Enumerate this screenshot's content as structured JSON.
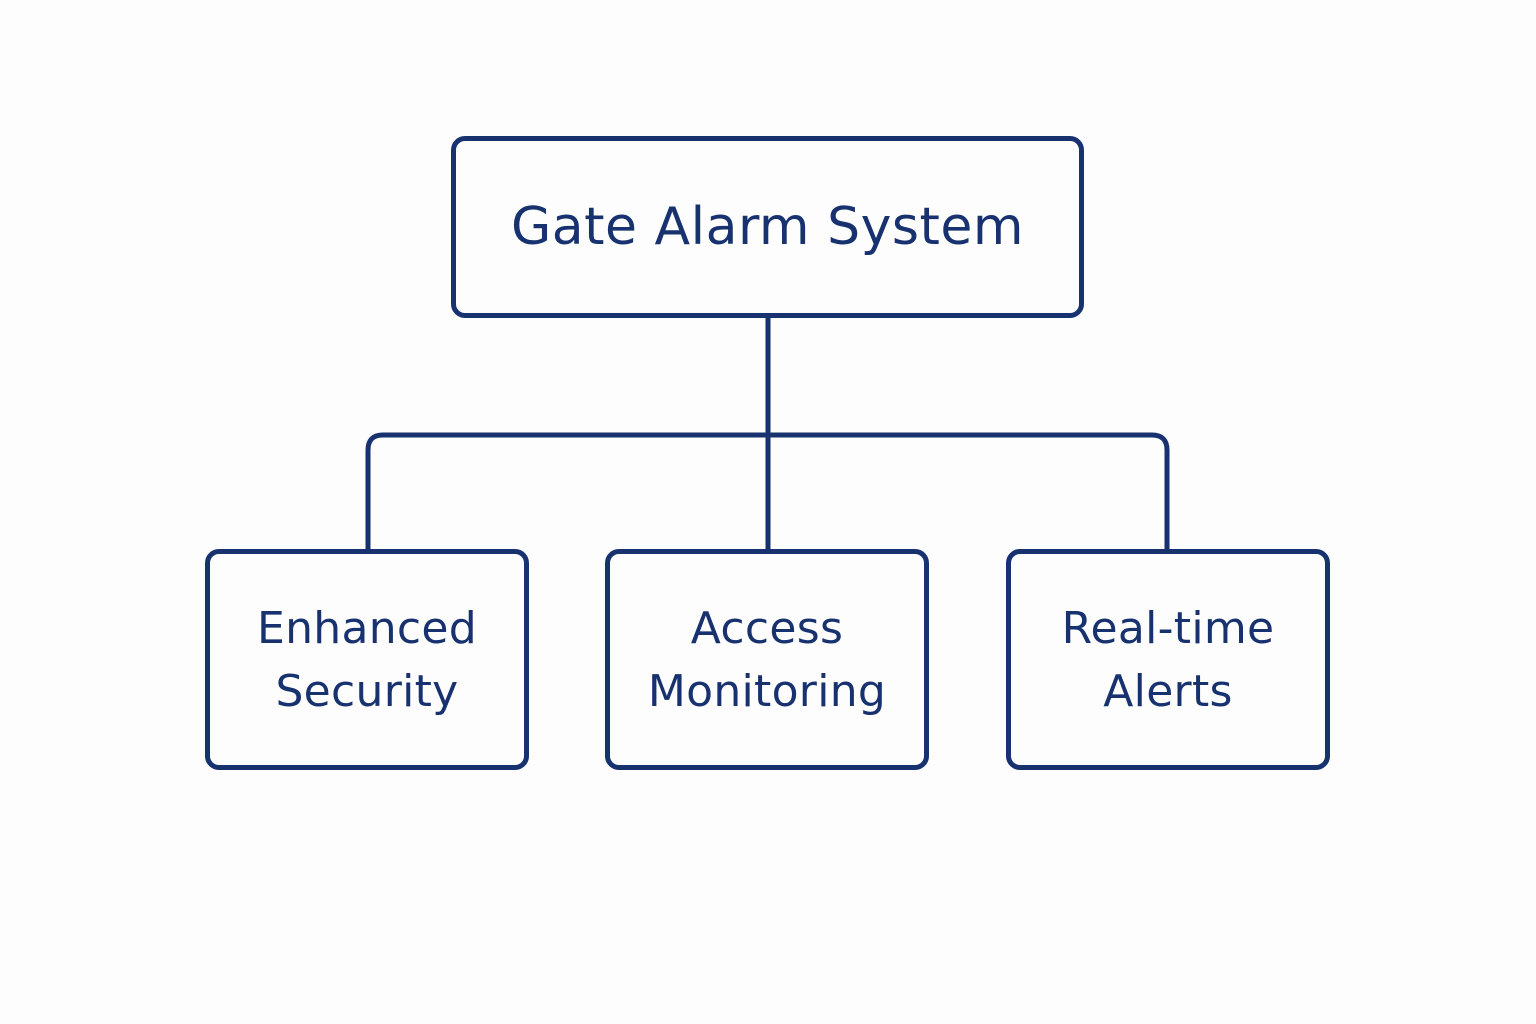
{
  "diagram": {
    "colors": {
      "stroke": "#17326f",
      "text": "#17326f",
      "background": "#fdfdfd"
    },
    "root": {
      "label": "Gate Alarm System"
    },
    "children": [
      {
        "label": "Enhanced\nSecurity"
      },
      {
        "label": "Access\nMonitoring"
      },
      {
        "label": "Real-time\nAlerts"
      }
    ]
  }
}
